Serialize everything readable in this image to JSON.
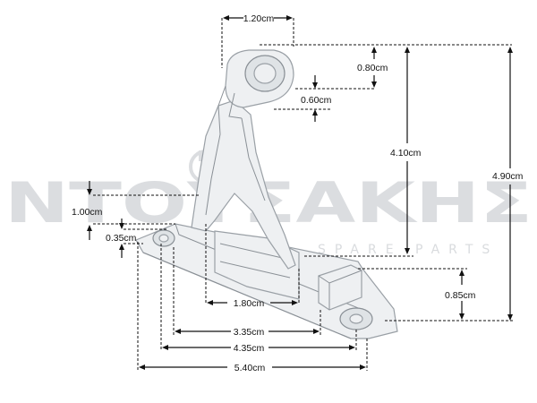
{
  "watermark": {
    "brand": "ΝΤΟΥΣΑΚΗΣ",
    "tagline": "SPARE PARTS",
    "logo_icon": "plug-icon"
  },
  "dimensions": {
    "top_width": "1.20cm",
    "tip_height": "0.80cm",
    "tip_thickness": "0.60cm",
    "arm_height": "4.10cm",
    "total_height": "4.90cm",
    "base_step_height": "1.00cm",
    "base_thickness": "0.35cm",
    "right_block_height": "0.85cm",
    "slot_width": "1.80cm",
    "length_a": "3.35cm",
    "length_b": "4.35cm",
    "overall_length": "5.40cm"
  },
  "colors": {
    "part_fill": "#eef0f2",
    "part_stroke": "#9aa0a6",
    "dimension_line": "#111111",
    "watermark": "#bfc3c7"
  }
}
